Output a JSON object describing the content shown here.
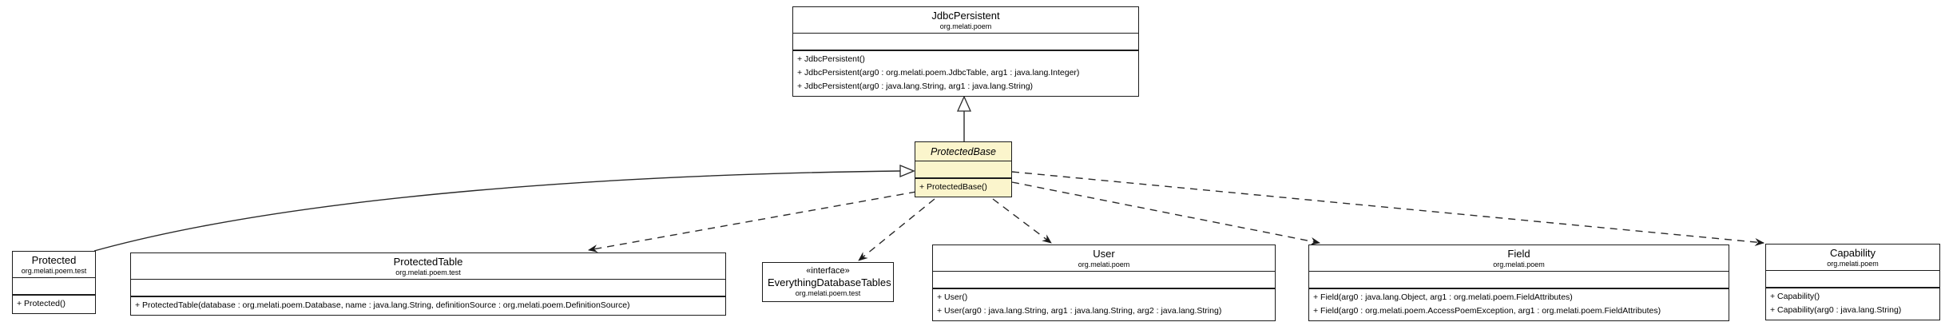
{
  "diagram": {
    "kind": "uml-class-diagram",
    "colors": {
      "class_fill": "#FFFFFF",
      "highlight_fill": "#FBF5CC",
      "border": "#1C1C1C",
      "line": "#2A2A2A"
    },
    "classes": [
      {
        "name": "JdbcPersistent",
        "package": "org.melati.poem",
        "methods": [
          "+ JdbcPersistent()",
          "+ JdbcPersistent(arg0 : org.melati.poem.JdbcTable, arg1 : java.lang.Integer)",
          "+ JdbcPersistent(arg0 : java.lang.String, arg1 : java.lang.String)"
        ]
      },
      {
        "name": "ProtectedBase",
        "abstract": true,
        "highlighted": true,
        "methods": [
          "+ ProtectedBase()"
        ]
      },
      {
        "name": "Protected",
        "package": "org.melati.poem.test",
        "methods": [
          "+ Protected()"
        ]
      },
      {
        "name": "ProtectedTable",
        "package": "org.melati.poem.test",
        "methods": [
          "+ ProtectedTable(database : org.melati.poem.Database, name : java.lang.String, definitionSource : org.melati.poem.DefinitionSource)"
        ]
      },
      {
        "stereotype": "«interface»",
        "name": "EverythingDatabaseTables",
        "package": "org.melati.poem.test",
        "methods": []
      },
      {
        "name": "User",
        "package": "org.melati.poem",
        "methods": [
          "+ User()",
          "+ User(arg0 : java.lang.String, arg1 : java.lang.String, arg2 : java.lang.String)"
        ]
      },
      {
        "name": "Field",
        "package": "org.melati.poem",
        "methods": [
          "+ Field(arg0 : java.lang.Object, arg1 : org.melati.poem.FieldAttributes)",
          "+ Field(arg0 : org.melati.poem.AccessPoemException, arg1 : org.melati.poem.FieldAttributes)"
        ]
      },
      {
        "name": "Capability",
        "package": "org.melati.poem",
        "methods": [
          "+ Capability()",
          "+ Capability(arg0 : java.lang.String)"
        ]
      }
    ],
    "relationships": [
      {
        "type": "generalization",
        "from": "ProtectedBase",
        "to": "JdbcPersistent",
        "line": "solid",
        "arrowhead": "hollow-triangle"
      },
      {
        "type": "generalization",
        "from": "Protected",
        "to": "ProtectedBase",
        "line": "solid",
        "arrowhead": "hollow-triangle"
      },
      {
        "type": "dependency",
        "from": "ProtectedBase",
        "to": "ProtectedTable",
        "line": "dashed",
        "arrowhead": "filled"
      },
      {
        "type": "dependency",
        "from": "ProtectedBase",
        "to": "EverythingDatabaseTables",
        "line": "dashed",
        "arrowhead": "filled"
      },
      {
        "type": "dependency",
        "from": "ProtectedBase",
        "to": "User",
        "line": "dashed",
        "arrowhead": "filled"
      },
      {
        "type": "dependency",
        "from": "ProtectedBase",
        "to": "Field",
        "line": "dashed",
        "arrowhead": "filled"
      },
      {
        "type": "dependency",
        "from": "ProtectedBase",
        "to": "Capability",
        "line": "dashed",
        "arrowhead": "filled"
      }
    ]
  }
}
